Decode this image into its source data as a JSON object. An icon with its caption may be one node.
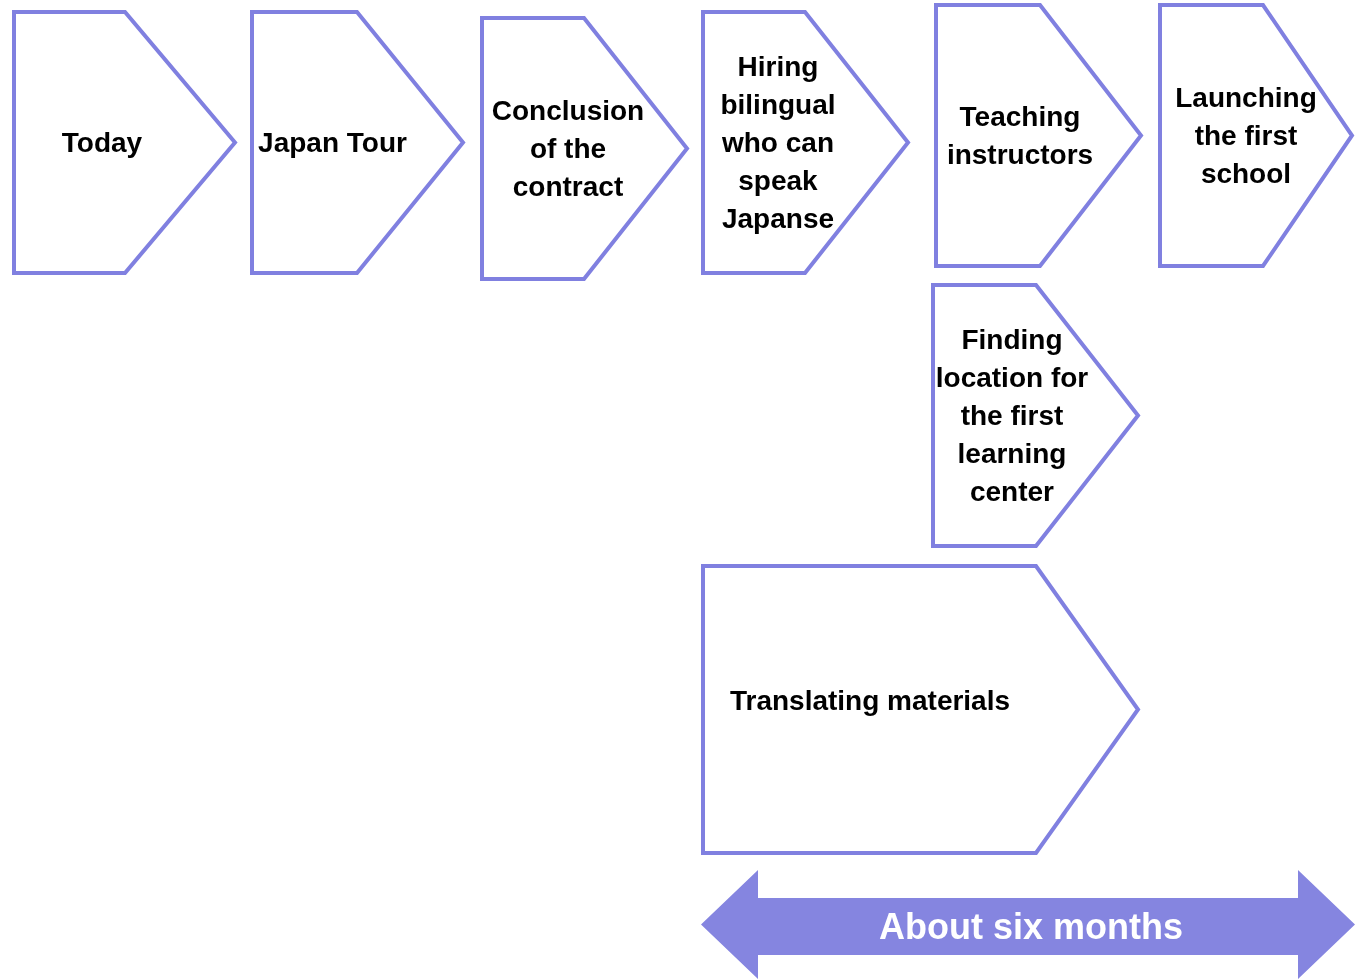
{
  "diagram": {
    "nodes": [
      {
        "text": [
          "Today"
        ]
      },
      {
        "text": [
          "Japan Tour"
        ]
      },
      {
        "text": [
          "Conclusion of the contract"
        ]
      },
      {
        "text": [
          "Hiring bilingual who can speak Japanse"
        ]
      },
      {
        "text": [
          "Teaching instructors"
        ]
      },
      {
        "text": [
          "Launching the first school"
        ]
      },
      {
        "text": [
          "Finding location for the first learning center"
        ]
      },
      {
        "text": [
          "Translating materials"
        ]
      },
      {
        "text": [
          "About six months"
        ]
      }
    ]
  }
}
